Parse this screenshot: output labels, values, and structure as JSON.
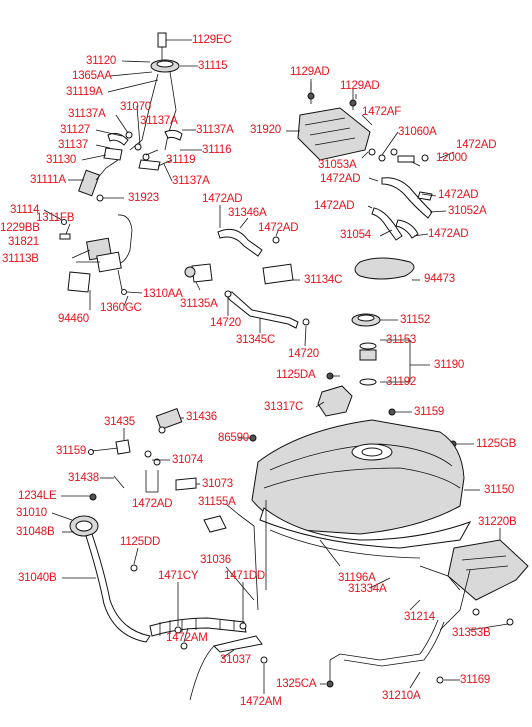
{
  "diagram": {
    "labels": {
      "p1129EC": "1129EC",
      "p31120": "31120",
      "p31115": "31115",
      "p1365AA": "1365AA",
      "p31119A": "31119A",
      "p31137A_a": "31137A",
      "p31070": "31070",
      "p31127": "31127",
      "p31137A_b": "31137A",
      "p31137A_c": "31137A",
      "p31137": "31137",
      "p31116": "31116",
      "p31130": "31130",
      "p31119": "31119",
      "p31111A": "31111A",
      "p31137A_d": "31137A",
      "p31923": "31923",
      "p31114": "31114",
      "p1311FB": "1311FB",
      "p1229BB": "1229BB",
      "p31821": "31821",
      "p31113B": "31113B",
      "p1310AA": "1310AA",
      "p94460": "94460",
      "p1360GC": "1360GC",
      "p1129AD_a": "1129AD",
      "p1129AD_b": "1129AD",
      "p1472AF": "1472AF",
      "p31920": "31920",
      "p31060A": "31060A",
      "p1472AD_a": "1472AD",
      "p31053A": "31053A",
      "p12000": "12000",
      "p1472AD_b": "1472AD",
      "p1472AD_c": "1472AD",
      "p31052A": "31052A",
      "p1472AD_d": "1472AD",
      "p31054": "31054",
      "p1472AD_e": "1472AD",
      "p1472AD_f": "1472AD",
      "p31346A": "31346A",
      "p1472AD_g": "1472AD",
      "p31134C": "31134C",
      "p94473": "94473",
      "p31135A": "31135A",
      "p14720_a": "14720",
      "p31345C": "31345C",
      "p14720_b": "14720",
      "p31152": "31152",
      "p31153": "31153",
      "p1125DA": "1125DA",
      "p31190": "31190",
      "p31192": "31192",
      "p31317C": "31317C",
      "p31159_a": "31159",
      "p31436": "31436",
      "p31435": "31435",
      "p86590": "86590",
      "p31159_b": "31159",
      "p31074": "31074",
      "p1125GB": "1125GB",
      "p31438": "31438",
      "p31073": "31073",
      "p1234LE": "1234LE",
      "p1472AD_h": "1472AD",
      "p31150": "31150",
      "p31010": "31010",
      "p31155A": "31155A",
      "p31048B": "31048B",
      "p1125DD": "1125DD",
      "p31220B": "31220B",
      "p31036": "31036",
      "p31196A": "31196A",
      "p31040B": "31040B",
      "p1471CY": "1471CY",
      "p1471DD": "1471DD",
      "p31334A": "31334A",
      "p31214": "31214",
      "p1472AM_a": "1472AM",
      "p31353B": "31353B",
      "p31037": "31037",
      "p1325CA": "1325CA",
      "p31169": "31169",
      "p1472AM_b": "1472AM",
      "p31210A": "31210A"
    },
    "colors": {
      "label": "#e8131b",
      "line": "#111111",
      "shade": "#d9d9d9"
    }
  }
}
